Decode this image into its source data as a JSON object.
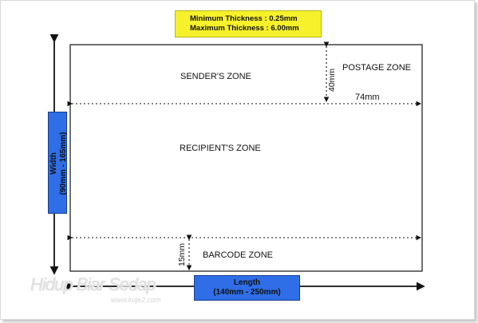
{
  "thickness": {
    "minimum": "Minimum Thickness    : 0.25mm",
    "maximum": "Maximum Thickness : 6.00mm"
  },
  "zones": {
    "sender": "SENDER'S ZONE",
    "postage": "POSTAGE ZONE",
    "recipient": "RECIPIENT'S ZONE",
    "barcode": "BARCODE ZONE"
  },
  "dimensions": {
    "postage_height": "40mm",
    "postage_width": "74mm",
    "barcode_height": "15mm",
    "width_title": "Width",
    "width_range": "(90mm - 165mm)",
    "length_title": "Length",
    "length_range": "(140mm - 250mm)"
  },
  "watermark": {
    "text": "Hidup Biar Sedap",
    "url": "www.kuje2.com"
  },
  "colors": {
    "thickness_box": "#f6f12a",
    "blue_box": "#2f6ee6",
    "line": "#111111"
  }
}
